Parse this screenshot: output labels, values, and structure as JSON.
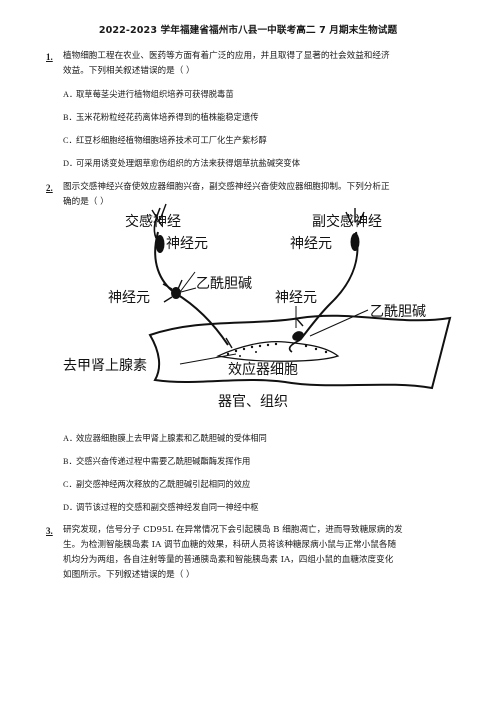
{
  "title": "2022-2023 学年福建省福州市八县一中联考高二 7 月期末生物试题",
  "questions": [
    {
      "number": "1.",
      "stem_lines": [
        "植物细胞工程在农业、医药等方面有着广泛的应用，并且取得了显著的社会效益和经济",
        "效益。下列相关叙述错误的是（ ）"
      ],
      "options": [
        {
          "letter": "A．",
          "text": "取草莓茎尖进行植物组织培养可获得脱毒苗"
        },
        {
          "letter": "B．",
          "text": "玉米花粉粒经花药离体培养得到的植株能稳定遗传"
        },
        {
          "letter": "C．",
          "text": "红豆杉细胞经植物细胞培养技术可工厂化生产紫杉醇"
        },
        {
          "letter": "D．",
          "text": "可采用诱变处理烟草愈伤组织的方法来获得烟草抗盐碱突变体"
        }
      ]
    },
    {
      "number": "2.",
      "stem_lines": [
        "图示交感神经兴奋使效应器细胞兴奋，副交感神经兴奋使效应器细胞抑制。下列分析正",
        "确的是（ ）"
      ],
      "options": [
        {
          "letter": "A．",
          "text": "效应器细胞膜上去甲肾上腺素和乙酰胆碱的受体相同"
        },
        {
          "letter": "B．",
          "text": "交感兴奋传递过程中需要乙酰胆碱酯酶发挥作用"
        },
        {
          "letter": "C．",
          "text": "副交感神经两次释放的乙酰胆碱引起相同的效应"
        },
        {
          "letter": "D．",
          "text": "调节该过程的交感和副交感神经发自同一神经中枢"
        }
      ]
    },
    {
      "number": "3.",
      "stem_lines": [
        "研究发现，信号分子 CD95L 在异常情况下会引起胰岛 B 细胞凋亡，进而导致糖尿病的发",
        "生。为检测智能胰岛素 IA 调节血糖的效果，科研人员将该种糖尿病小鼠与正常小鼠各随",
        "机均分为两组，各自注射等量的普通胰岛素和智能胰岛素 IA，四组小鼠的血糖浓度变化",
        "如图所示。下列叙述错误的是（ ）"
      ]
    }
  ],
  "diagram": {
    "sympathetic": "交感神经",
    "parasympathetic": "副交感神经",
    "neuron_top_left": "神经元",
    "neuron_top_right": "神经元",
    "neuron_mid_left": "神经元",
    "neuron_mid_right": "神经元",
    "ach_left": "乙酰胆碱",
    "ach_right": "乙酰胆碱",
    "norepinephrine": "去甲肾上腺素",
    "effector_cell": "效应器细胞",
    "organ_tissue": "器官、组织"
  }
}
